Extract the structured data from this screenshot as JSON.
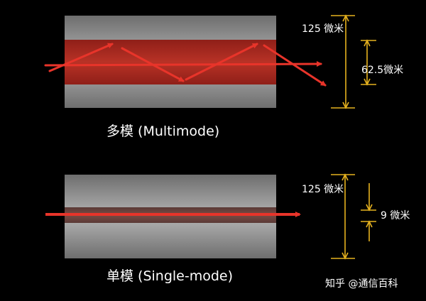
{
  "diagram": {
    "multimode": {
      "caption": "多模 (Multimode)",
      "cladding_dimension": "125 微米",
      "core_dimension": "62.5微米"
    },
    "singlemode": {
      "caption": "单模 (Single-mode)",
      "cladding_dimension": "125 微米",
      "core_dimension": "9 微米"
    },
    "watermark": "知乎 @通信百科",
    "colors": {
      "background": "#000000",
      "cladding": "#9a9a9a",
      "core": "#b0281f",
      "ray": "#e8342a",
      "dimension_line": "#e6b21f"
    }
  }
}
